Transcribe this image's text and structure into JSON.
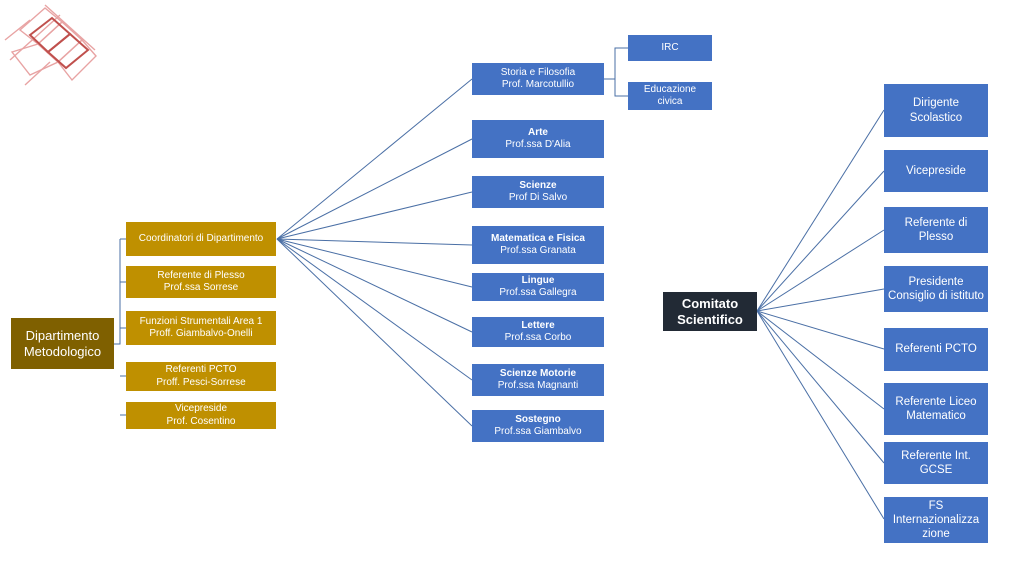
{
  "root_left": {
    "title": "Dipartimento Metodologico"
  },
  "root_right": {
    "title": "Comitato Scientifico"
  },
  "left_nodes": [
    {
      "title": "Coordinatori di Dipartimento",
      "subtitle": ""
    },
    {
      "title": "Referente di Plesso",
      "subtitle": "Prof.ssa Sorrese"
    },
    {
      "title": "Funzioni Strumentali Area 1",
      "subtitle": "Proff. Giambalvo-Onelli"
    },
    {
      "title": "Referenti PCTO",
      "subtitle": "Proff. Pesci-Sorrese"
    },
    {
      "title": "Vicepreside",
      "subtitle": "Prof. Cosentino"
    }
  ],
  "departments": [
    {
      "title": "Storia e Filosofia",
      "subtitle": "Prof. Marcotullio"
    },
    {
      "title": "Arte",
      "subtitle": "Prof.ssa D'Alia"
    },
    {
      "title": "Scienze",
      "subtitle": "Prof Di Salvo"
    },
    {
      "title": "Matematica e Fisica",
      "subtitle": "Prof.ssa Granata"
    },
    {
      "title": "Lingue",
      "subtitle": "Prof.ssa Gallegra"
    },
    {
      "title": "Lettere",
      "subtitle": "Prof.ssa Corbo"
    },
    {
      "title": "Scienze Motorie",
      "subtitle": "Prof.ssa Magnanti"
    },
    {
      "title": "Sostegno",
      "subtitle": "Prof.ssa Giambalvo"
    }
  ],
  "sub_departments": [
    {
      "title": "IRC"
    },
    {
      "title": "Educazione civica"
    }
  ],
  "committee": [
    {
      "title": "Dirigente Scolastico"
    },
    {
      "title": "Vicepreside"
    },
    {
      "title": "Referente di Plesso"
    },
    {
      "title": "Presidente Consiglio di istituto"
    },
    {
      "title": "Referenti PCTO"
    },
    {
      "title": "Referente Liceo Matematico"
    },
    {
      "title": "Referente Int. GCSE"
    },
    {
      "title": "FS Internazionalizza zione"
    }
  ],
  "colors": {
    "gold": "#bf9000",
    "dark_gold": "#7f6000",
    "blue": "#4472c4",
    "dark": "#222a35",
    "connector": "#4a6fa5"
  },
  "icons": {
    "logo": "red-grid-logo-icon"
  }
}
